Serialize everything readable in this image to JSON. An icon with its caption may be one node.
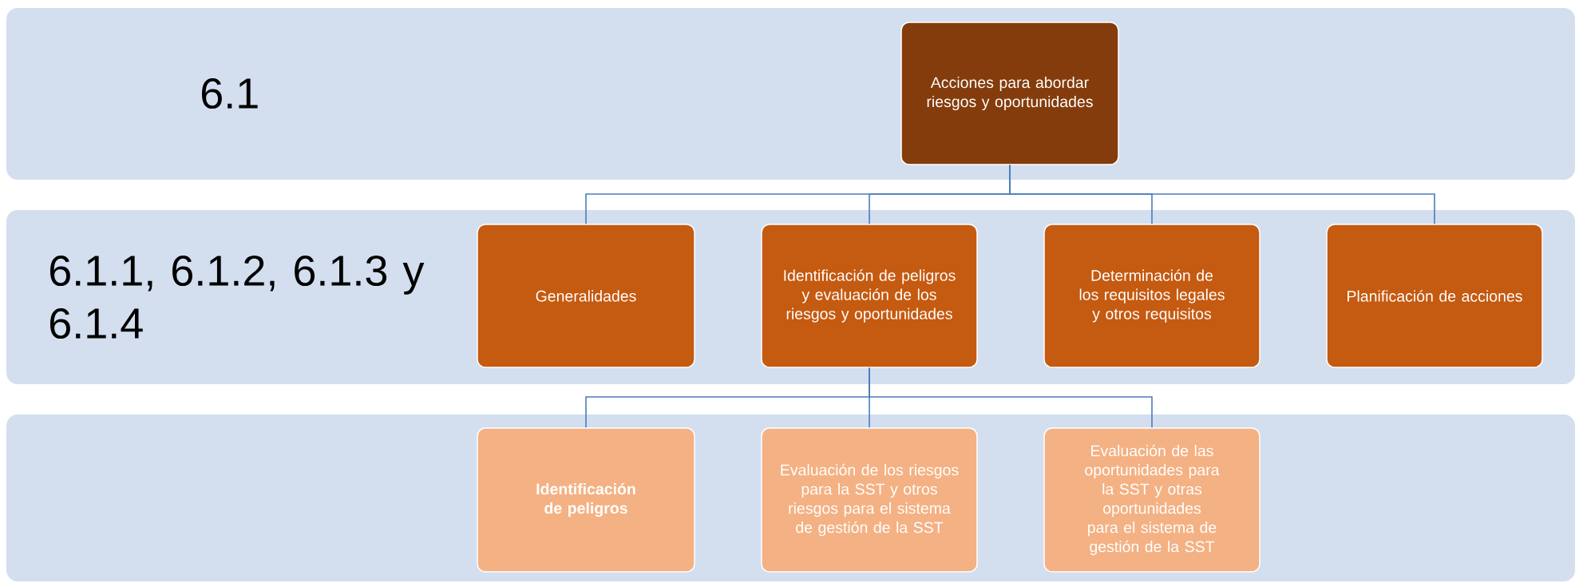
{
  "diagram": {
    "nodes": [
      {
        "text": [
          "6.1"
        ]
      },
      {
        "text": [
          "6.1.1, 6.1.2, 6.1.3 y 6.1.4"
        ]
      },
      {
        "text": [],
        "shape": "box"
      },
      {
        "text": [
          "Acciones para abordar riesgos y oportunidades"
        ],
        "in": 0
      },
      {
        "text": [
          "Generalidades"
        ],
        "in": 1
      },
      {
        "text": [
          "Identificación de peligros y evaluación de los riesgos y oportunidades"
        ],
        "in": 1
      },
      {
        "text": [
          "Determinación de los requisitos legales y otros requisitos"
        ],
        "in": 1
      },
      {
        "text": [
          "Planificación de acciones"
        ],
        "in": 1
      },
      {
        "text": [
          "Identificación de peligros"
        ],
        "in": 2
      },
      {
        "text": [
          "Evaluación de los riesgos para la SST y otros riesgos para el sistema de gestión de la SST"
        ],
        "in": 2
      },
      {
        "text": [
          "Evaluación de las oportunidades para la SST y otras oportunidades para el sistema de gestión de la SST"
        ],
        "in": 2
      }
    ],
    "edges": [
      {
        "from": 3,
        "to": 4,
        "arrow": "none"
      },
      {
        "from": 3,
        "to": 5,
        "arrow": "none"
      },
      {
        "from": 3,
        "to": 6,
        "arrow": "none"
      },
      {
        "from": 3,
        "to": 7,
        "arrow": "none"
      },
      {
        "from": 5,
        "to": 8,
        "arrow": "none"
      },
      {
        "from": 5,
        "to": 9,
        "arrow": "none"
      },
      {
        "from": 5,
        "to": 10,
        "arrow": "none"
      }
    ]
  }
}
